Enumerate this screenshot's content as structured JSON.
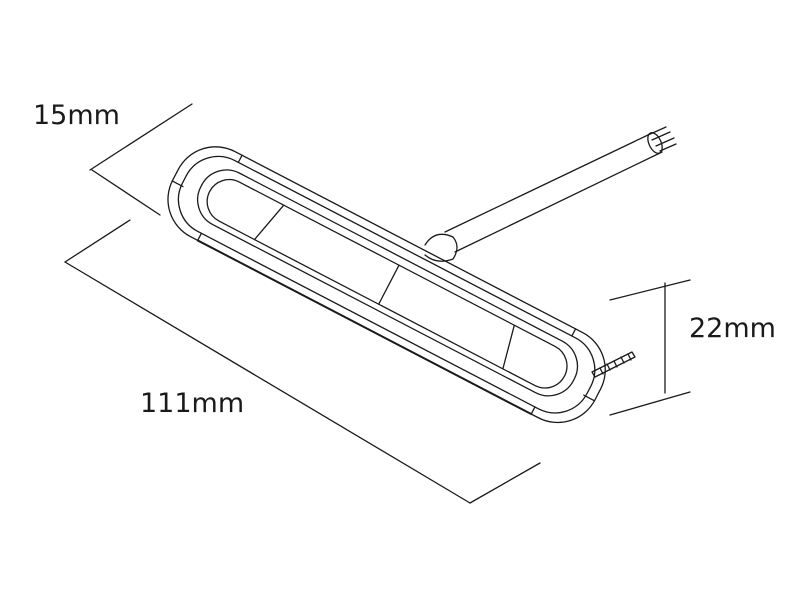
{
  "dimensions": {
    "depth": "15mm",
    "height": "22mm",
    "length": "111mm"
  },
  "colors": {
    "line": "#1a1a1a",
    "background": "#ffffff"
  }
}
